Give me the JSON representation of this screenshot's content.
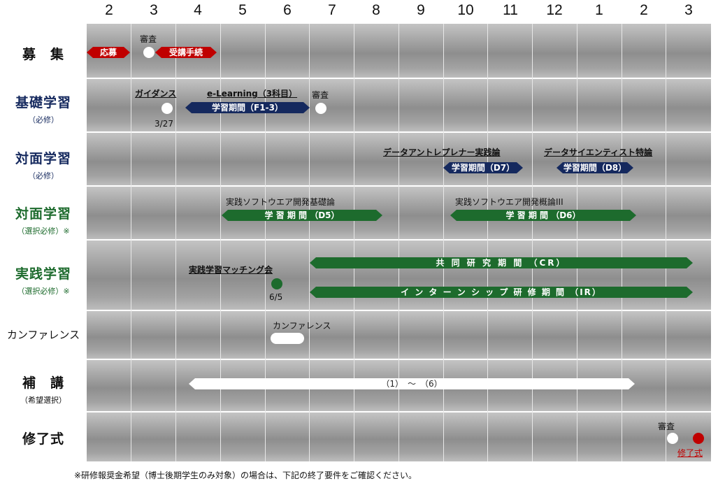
{
  "months": [
    "2",
    "3",
    "4",
    "5",
    "6",
    "7",
    "8",
    "9",
    "10",
    "11",
    "12",
    "1",
    "2",
    "3"
  ],
  "colors": {
    "red": "#c00000",
    "navy": "#15295e",
    "green": "#1d6b2d",
    "white": "#ffffff"
  },
  "rows": [
    {
      "main": "募　集",
      "sub": "",
      "color": "#111111"
    },
    {
      "main": "基礎学習",
      "sub": "（必修）",
      "color": "#15295e"
    },
    {
      "main": "対面学習",
      "sub": "（必修）",
      "color": "#15295e"
    },
    {
      "main": "対面学習",
      "sub": "（選択必修）※",
      "color": "#1d6b2d"
    },
    {
      "main": "実践学習",
      "sub": "（選択必修）※",
      "color": "#1d6b2d"
    },
    {
      "main": "カンファレンス",
      "sub": "",
      "color": "#111111"
    },
    {
      "main": "補　講",
      "sub": "（希望選択）",
      "color": "#111111"
    },
    {
      "main": "修了式",
      "sub": "",
      "color": "#111111"
    }
  ],
  "bars": [
    {
      "name": "bar-oubo",
      "label": "応募",
      "color": "red"
    },
    {
      "name": "bar-jukou-tetsuzuki",
      "label": "受講手続",
      "color": "red"
    },
    {
      "name": "bar-kiso-gakushu",
      "label": "学習期間（F1-3）",
      "color": "navy"
    },
    {
      "name": "bar-d7",
      "label": "学習期間（D7）",
      "color": "navy"
    },
    {
      "name": "bar-d8",
      "label": "学習期間（D8）",
      "color": "navy"
    },
    {
      "name": "bar-d5",
      "label": "学 習 期 間 （D5）",
      "color": "green"
    },
    {
      "name": "bar-d6",
      "label": "学 習 期 間 （D6）",
      "color": "green"
    },
    {
      "name": "bar-cr",
      "label": "共 同 研 究 期 間 （CR）",
      "color": "green"
    },
    {
      "name": "bar-ir",
      "label": "イ ン タ ー ン シ ッ プ 研 修 期 間 （IR）",
      "color": "green"
    },
    {
      "name": "bar-hokou",
      "label": "（1）　～　（6）",
      "color": "white"
    }
  ],
  "notes": {
    "shinsa1": "審査",
    "guidance": "ガイダンス",
    "guidance_date": "3/27",
    "elearning": "e-Learning（3科目）",
    "shinsa2": "審査",
    "d7_title": "データアントレプレナー実践論",
    "d8_title": "データサイエンティスト特論",
    "d5_title": "実践ソフトウエア開発基礎論",
    "d6_title": "実践ソフトウエア開発概論III",
    "matching": "実践学習マッチング会",
    "matching_date": "6/5",
    "conference": "カンファレンス",
    "shinsa3": "審査",
    "shuryoshiki": "修了式"
  },
  "footnote": "※研修報奨金希望（博士後期学生のみ対象）の場合は、下記の終了要件をご確認ください。"
}
